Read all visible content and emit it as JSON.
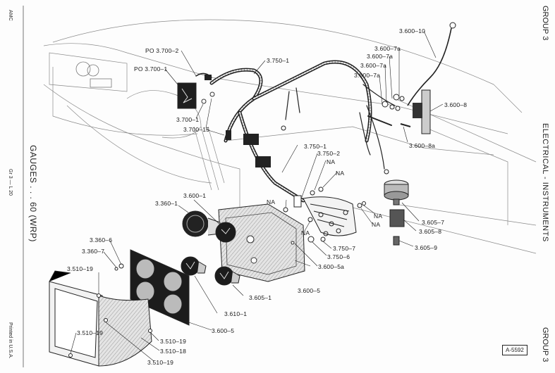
{
  "margin_left": {
    "publisher": "AMC",
    "title": "GAUGES . . . 60 (WRP)",
    "page_ref": "Gr 3 — L 20",
    "printed": "Printed in U.S.A."
  },
  "margin_right": {
    "group_top": "GROUP 3",
    "section": "ELECTRICAL - INSTRUMENTS",
    "group_bottom": "GROUP 3"
  },
  "figure_ref": "A-5592",
  "callouts": {
    "po_3700_2": "PO 3.700–2",
    "po_3700_1": "PO 3.700–1",
    "c_3700_1": "3.700–1",
    "c_3700_15": "3.700–15",
    "c_3750_1_top": "3.750–1",
    "c_3600_10": "3.600–10",
    "c_3600_7a_1": "3.600–7a",
    "c_3600_7a_2": "3.600–7a",
    "c_3600_7a_3": "3.600–7a",
    "c_3600_7a_4": "3.600–7a",
    "c_3600_8": "3.600–8",
    "c_3600_8a": "3.600–8a",
    "c_3750_1_mid": "3.750–1",
    "c_3750_2": "3.750–2",
    "na_1": "NA",
    "na_2": "NA",
    "na_3": "NA",
    "na_4": "NA",
    "na_5": "NA",
    "na_6": "NA",
    "c_3605_7": "3.605–7",
    "c_3605_8": "3.605–8",
    "c_3605_9": "3.605–9",
    "c_3750_7": "3.750–7",
    "c_3750_6": "3.750–6",
    "c_3600_5a": "3.600–5a",
    "c_3600_1": "3.600–1",
    "c_3360_1": "3.360–1",
    "c_3360_6": "3.360–6",
    "c_3360_7": "3.360–7",
    "c_3510_19_a": "3.510–19",
    "c_3510_19_b": "3.510–19",
    "c_3510_19_c": "3.510–19",
    "c_3510_19_d": "3.510–19",
    "c_3510_18": "3.510–18",
    "c_3600_5_a": "3.600–5",
    "c_3600_5_b": "3.600–5",
    "c_3605_1": "3.605–1",
    "c_3610_1": "3.610–1"
  },
  "colors": {
    "ink": "#1a1a1a",
    "paper": "#fdfdfd",
    "shade": "#b9b9b9"
  }
}
